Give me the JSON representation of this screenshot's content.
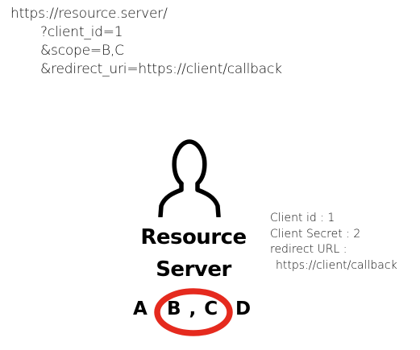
{
  "url": {
    "base": "https://resource.server/",
    "client_id": "?client_id=1",
    "scope": "&scope=B,C",
    "redirect_uri": "&redirect_uri=https://client/callback"
  },
  "server": {
    "line1": "Resource",
    "line2": "Server"
  },
  "scopes": {
    "a": "A",
    "bc": "B , C",
    "d": "D"
  },
  "client_info": {
    "client_id": "Client id : 1",
    "client_secret": "Client Secret : 2",
    "redirect_label": "redirect URL :",
    "redirect_value": "https://client/callback"
  },
  "colors": {
    "highlight": "#e52a1e",
    "text": "#111111"
  },
  "icons": {
    "person": "person-icon"
  }
}
